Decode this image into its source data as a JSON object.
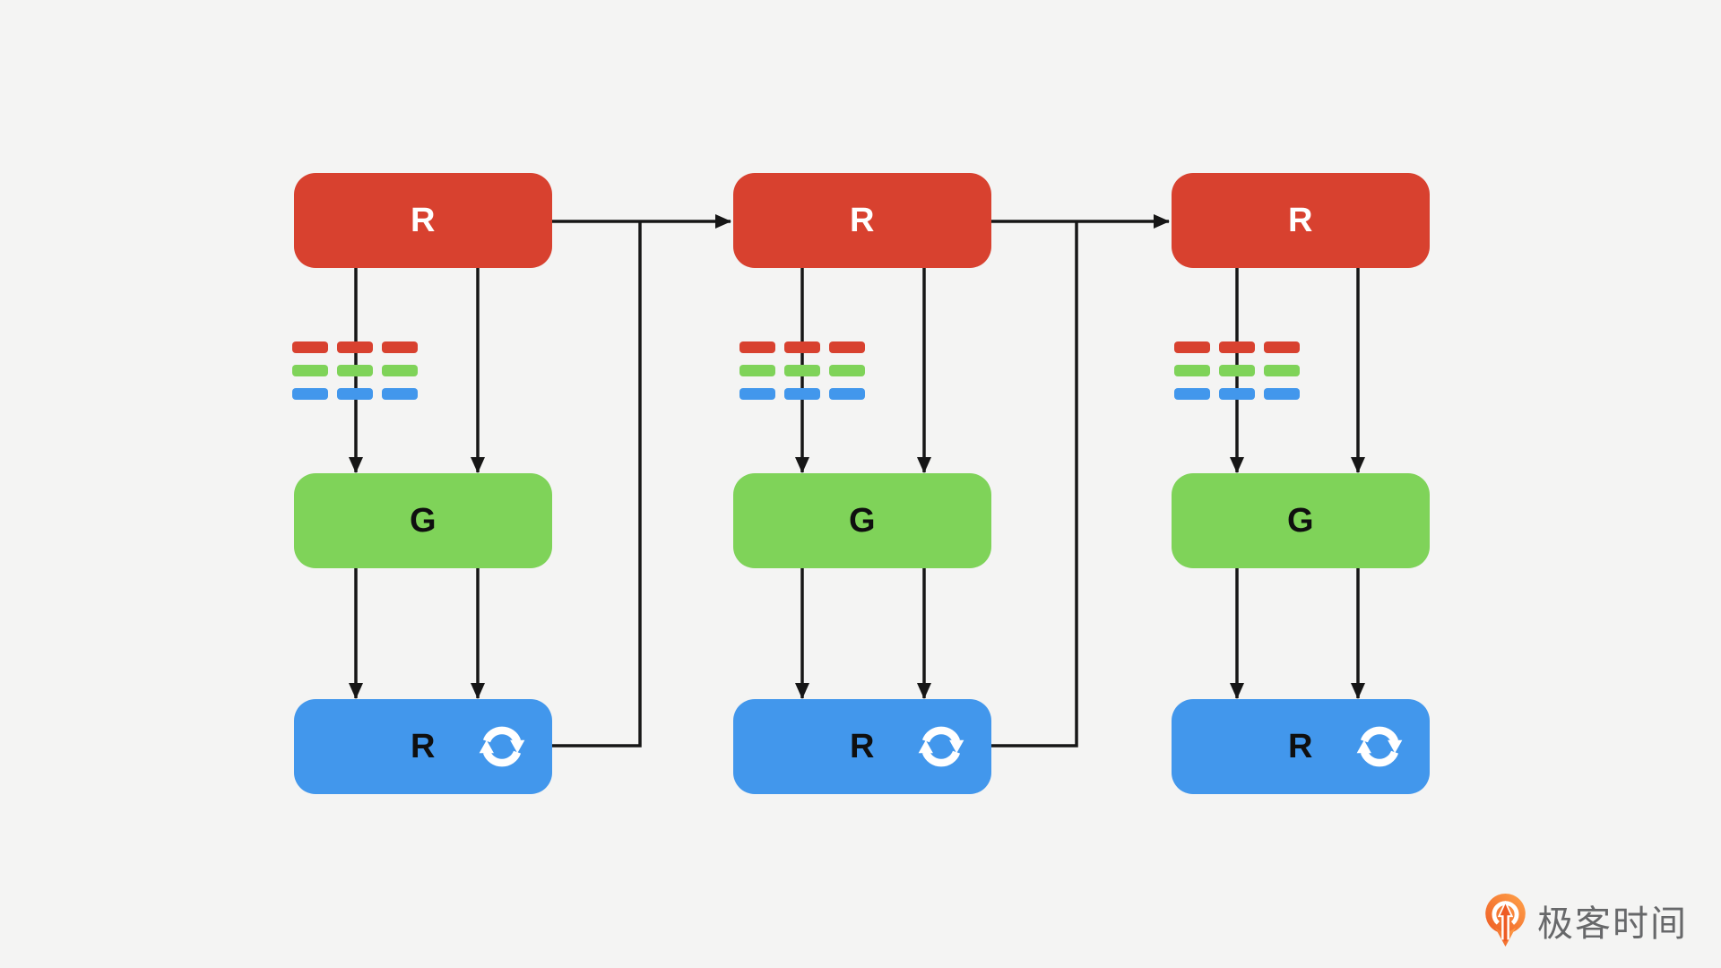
{
  "colors": {
    "red": "#d8412f",
    "green": "#7fd359",
    "blue": "#4297ec",
    "bg": "#f4f4f3",
    "line": "#161616",
    "box_text_light": "#ffffff",
    "box_text_dark": "#0f0f0f",
    "logo_text": "#67686a",
    "logo_orange_light": "#ffa34a",
    "logo_orange_dark": "#ee5b24"
  },
  "diagram": {
    "columns": [
      {
        "top_box": {
          "label": "R"
        },
        "dash_grid": {
          "rows": [
            "red",
            "green",
            "blue"
          ],
          "cols": 3
        },
        "middle_box": {
          "label": "G"
        },
        "bottom_box": {
          "label": "R",
          "icon": "refresh-icon"
        }
      },
      {
        "top_box": {
          "label": "R"
        },
        "dash_grid": {
          "rows": [
            "red",
            "green",
            "blue"
          ],
          "cols": 3
        },
        "middle_box": {
          "label": "G"
        },
        "bottom_box": {
          "label": "R",
          "icon": "refresh-icon"
        }
      },
      {
        "top_box": {
          "label": "R"
        },
        "dash_grid": {
          "rows": [
            "red",
            "green",
            "blue"
          ],
          "cols": 3
        },
        "middle_box": {
          "label": "G"
        },
        "bottom_box": {
          "label": "R",
          "icon": "refresh-icon"
        }
      }
    ]
  },
  "footer": {
    "logo_text": "极客时间",
    "logo_icon": "geektime-pin-icon"
  }
}
